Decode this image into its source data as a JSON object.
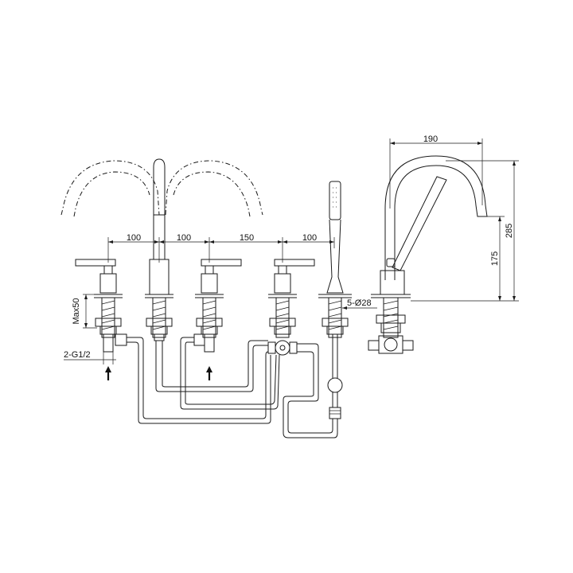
{
  "drawing": {
    "dimensions": {
      "d_100_a": "100",
      "d_100_b": "100",
      "d_150": "150",
      "d_100_c": "100",
      "d_190": "190",
      "d_285": "285",
      "d_175": "175",
      "max50": "Max50",
      "thread": "2-G1/2",
      "hole": "5-Ø28"
    }
  }
}
